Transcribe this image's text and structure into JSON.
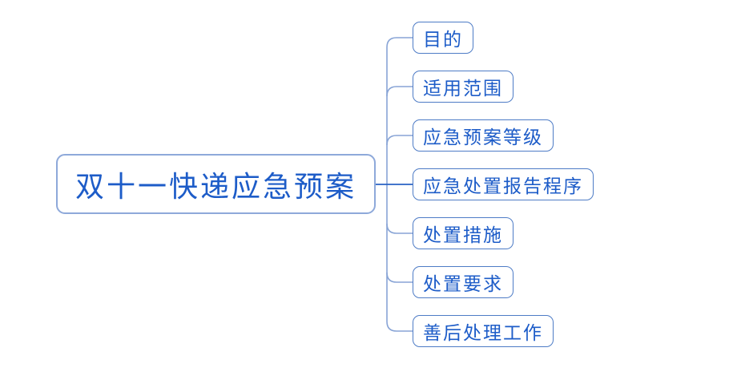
{
  "diagram": {
    "type": "mindmap-tree",
    "root": {
      "label": "双十一快递应急预案"
    },
    "branches": [
      {
        "label": "目的"
      },
      {
        "label": "适用范围"
      },
      {
        "label": "应急预案等级"
      },
      {
        "label": "应急处置报告程序"
      },
      {
        "label": "处置措施"
      },
      {
        "label": "处置要求"
      },
      {
        "label": "善后处理工作"
      }
    ],
    "colors": {
      "text": "#1d5cc8",
      "root_border": "#8ea9da",
      "branch_border": "#4e7cc6",
      "connector_light": "#88a4d6",
      "connector_dark": "#2a63c4",
      "background": "#ffffff"
    }
  }
}
